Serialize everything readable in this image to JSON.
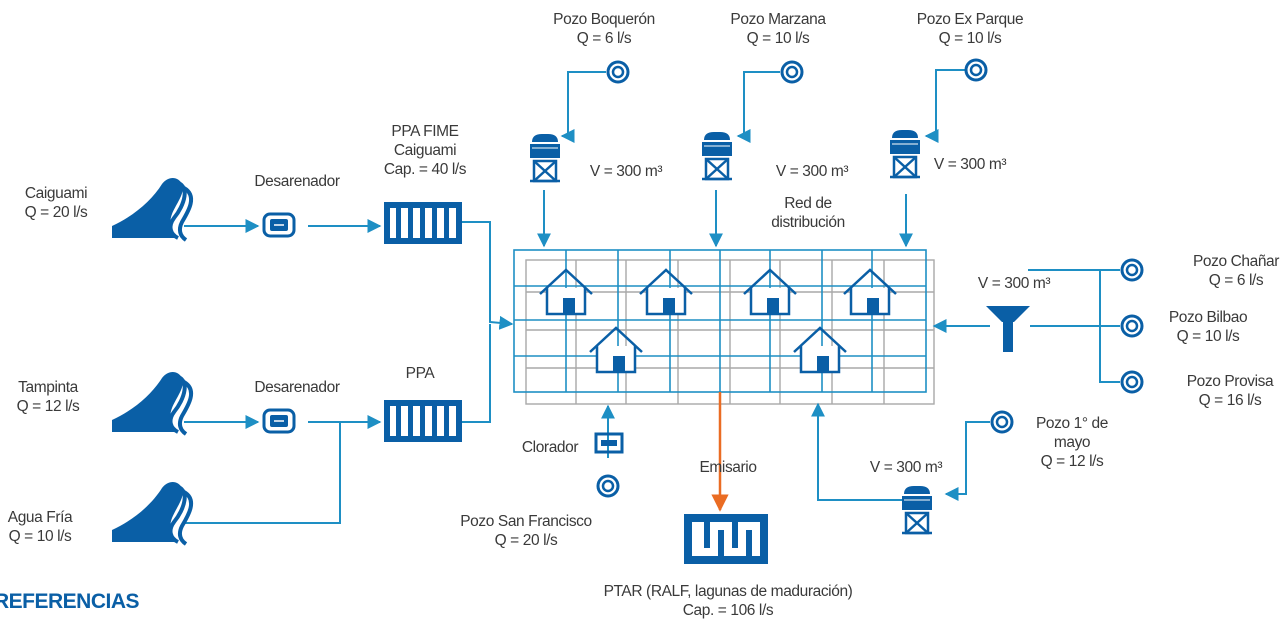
{
  "sources": [
    {
      "name": "Caiguami",
      "flow": "Q = 20 l/s"
    },
    {
      "name": "Tampinta",
      "flow": "Q = 12 l/s"
    },
    {
      "name": "Agua Fría",
      "flow": "Q = 10 l/s"
    }
  ],
  "desarenadores": [
    "Desarenador",
    "Desarenador"
  ],
  "treatment_plants": [
    {
      "lines": [
        "PPA FIME",
        "Caiguami",
        "Cap. = 40 l/s"
      ]
    },
    {
      "lines": [
        "PPA"
      ]
    }
  ],
  "wells_top": [
    {
      "name": "Pozo Boquerón",
      "flow": "Q = 6 l/s"
    },
    {
      "name": "Pozo Marzana",
      "flow": "Q = 10 l/s"
    },
    {
      "name": "Pozo Ex Parque",
      "flow": "Q = 10 l/s"
    }
  ],
  "tank_volumes": [
    "V = 300 m³",
    "V = 300 m³",
    "V = 300 m³",
    "V = 300 m³",
    "V = 300 m³"
  ],
  "network_label": [
    "Red de",
    "distribución"
  ],
  "wells_right": [
    {
      "lines": [
        "Pozo Chañar",
        "Q = 6 l/s"
      ]
    },
    {
      "lines": [
        "Pozo Bilbao",
        "Q = 10 l/s"
      ]
    },
    {
      "lines": [
        "Pozo Provisa",
        "Q = 16 l/s"
      ]
    }
  ],
  "well_may": {
    "lines": [
      "Pozo 1° de",
      "mayo",
      "Q = 12 l/s"
    ]
  },
  "clorador": "Clorador",
  "well_sf": {
    "lines": [
      "Pozo San Francisco",
      "Q = 20 l/s"
    ]
  },
  "emisario": "Emisario",
  "ptar": {
    "lines": [
      "PTAR (RALF, lagunas de maduración)",
      "Cap. = 106 l/s"
    ]
  },
  "references_heading": "REFERENCIAS",
  "colors": {
    "primary": "#0a5fa6",
    "line": "#1e8fc4",
    "outfall": "#ea6c23",
    "grid": "#a9a9a9",
    "text": "#3a3a3a"
  }
}
